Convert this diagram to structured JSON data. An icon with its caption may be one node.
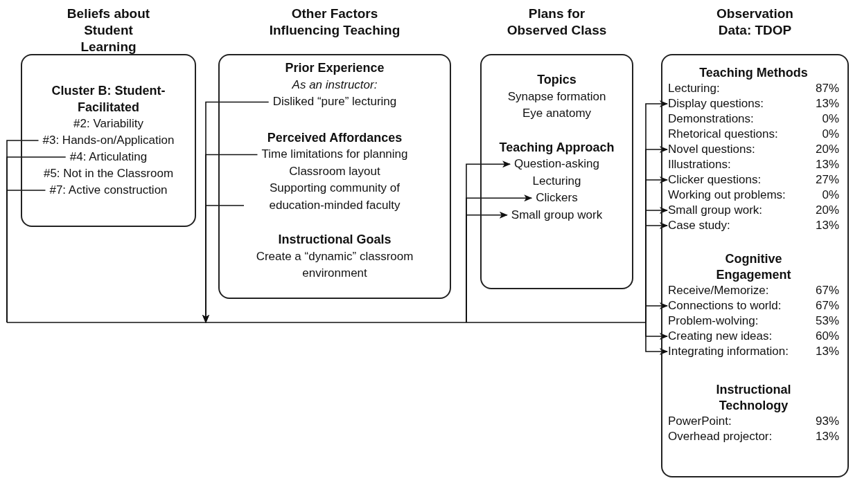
{
  "diagram": {
    "nodes": [
      {
        "text": [
          "Beliefs about Student Learning",
          "Cluster B: Student-Facilitated",
          "#2: Variability",
          "#5: Not in the Classroom"
        ]
      },
      {
        "text": [
          "#3: Hands-on/Application"
        ],
        "in": 0
      },
      {
        "text": [
          "#4: Articulating"
        ],
        "in": 0
      },
      {
        "text": [
          "#7: Active construction"
        ],
        "in": 0
      },
      {
        "text": [
          "Other Factors Influencing Teaching",
          "Prior Experience",
          "As an instructor:",
          "Perceived Affordances",
          "Classroom layout",
          "Instructional Goals",
          "Create a “dynamic” classroom environment"
        ]
      },
      {
        "text": [
          "Disliked “pure” lecturing"
        ],
        "in": 4
      },
      {
        "text": [
          "Time limitations for planning"
        ],
        "in": 4
      },
      {
        "text": [
          "Supporting community of education-minded faculty"
        ],
        "in": 4
      },
      {
        "text": [
          "Plans for Observed Class",
          "Topics",
          "Synapse formation",
          "Eye anatomy",
          "Teaching Approach",
          "Lecturing"
        ]
      },
      {
        "text": [
          "Question-asking"
        ],
        "in": 8
      },
      {
        "text": [
          "Clickers"
        ],
        "in": 8
      },
      {
        "text": [
          "Small group work"
        ],
        "in": 8
      },
      {
        "text": [
          "Observation Data: TDOP",
          "Teaching Methods",
          "Lecturing:",
          "87%",
          "Demonstrations:",
          "0%",
          "Rhetorical questions:",
          "0%",
          "Illustrations:",
          "13%",
          "Working out problems:",
          "0%",
          "Cognitive Engagement",
          "Receive/Memorize:",
          "67%",
          "Problem-wolving:",
          "53%",
          "Instructional Technology",
          "PowerPoint:",
          "93%",
          "Overhead projector:",
          "13%"
        ]
      },
      {
        "text": [
          "Display questions:",
          "13%"
        ],
        "in": 12
      },
      {
        "text": [
          "Novel questions:",
          "20%"
        ],
        "in": 12
      },
      {
        "text": [
          "Clicker questions:",
          "27%"
        ],
        "in": 12
      },
      {
        "text": [
          "Small group work:",
          "20%"
        ],
        "in": 12
      },
      {
        "text": [
          "Case study:",
          "13%"
        ],
        "in": 12
      },
      {
        "text": [
          "Connections to world:",
          "67%"
        ],
        "in": 12
      },
      {
        "text": [
          "Creating new ideas:",
          "60%"
        ],
        "in": 12
      },
      {
        "text": [
          "Integrating information:",
          "13%"
        ],
        "in": 12
      }
    ],
    "edges": [
      {
        "from": 1,
        "to": null,
        "arrow": "none"
      },
      {
        "from": 2,
        "to": null,
        "arrow": "none"
      },
      {
        "from": 3,
        "to": null,
        "arrow": "none"
      },
      {
        "from": 5,
        "to": null,
        "arrow": "to"
      },
      {
        "from": 6,
        "to": null,
        "arrow": "to"
      },
      {
        "from": 7,
        "to": null,
        "arrow": "to"
      },
      {
        "from": null,
        "to": 9,
        "arrow": "to"
      },
      {
        "from": null,
        "to": 10,
        "arrow": "to"
      },
      {
        "from": null,
        "to": 11,
        "arrow": "to"
      },
      {
        "from": null,
        "to": 13,
        "arrow": "to"
      },
      {
        "from": null,
        "to": 14,
        "arrow": "to"
      },
      {
        "from": null,
        "to": 15,
        "arrow": "to"
      },
      {
        "from": null,
        "to": 16,
        "arrow": "to"
      },
      {
        "from": null,
        "to": 17,
        "arrow": "to"
      },
      {
        "from": null,
        "to": 18,
        "arrow": "to"
      },
      {
        "from": null,
        "to": 19,
        "arrow": "to"
      },
      {
        "from": null,
        "to": 20,
        "arrow": "to"
      }
    ]
  }
}
